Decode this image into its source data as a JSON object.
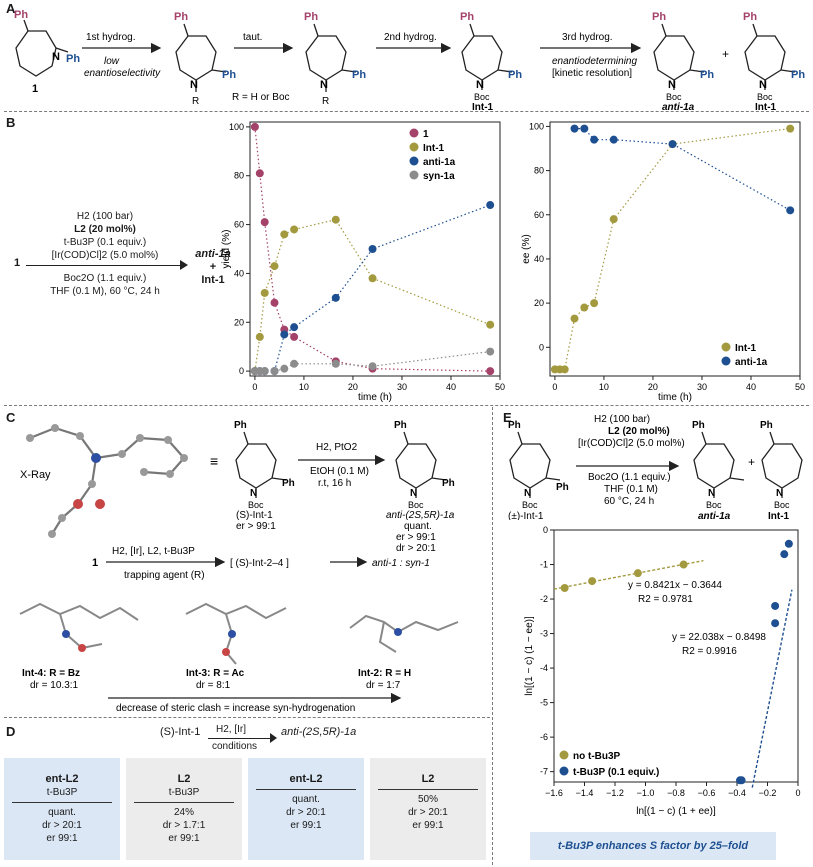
{
  "panels": {
    "A": "A",
    "B": "B",
    "C": "C",
    "D": "D",
    "E": "E"
  },
  "schemeA": {
    "ph": "Ph",
    "n": "N",
    "boc": "Boc",
    "r": "R",
    "cmpd1": "1",
    "step1": "1st hydrog.",
    "step1_note1": "low",
    "step1_note2": "enantioselectivity",
    "step2": "taut.",
    "r_def": "R = H or Boc",
    "step3": "2nd hydrog.",
    "int1": "Int-1",
    "step4": "3rd hydrog.",
    "step4_note1": "enantiodetermining",
    "step4_note2": "[kinetic resolution]",
    "anti1a": "anti-1a",
    "plus": "+"
  },
  "conditionsB": {
    "lines": [
      "H2 (100 bar)",
      "L2 (20 mol%)",
      "t-Bu3P (0.1 equiv.)",
      "[Ir(COD)Cl]2 (5.0 mol%)",
      "Boc2O (1.1 equiv.)",
      "THF (0.1 M), 60 °C, 24 h"
    ],
    "start": "1",
    "product1": "anti-1a",
    "plus": "+",
    "product2": "Int-1"
  },
  "chart_data": [
    {
      "type": "scatter",
      "ylabel": "yield (%)",
      "xlabel": "time (h)",
      "xlim": [
        -1,
        50
      ],
      "ylim": [
        -2,
        102
      ],
      "xticks": [
        0,
        10,
        20,
        30,
        40,
        50
      ],
      "yticks": [
        0,
        20,
        40,
        60,
        80,
        100
      ],
      "legend_position": "top-right",
      "series": [
        {
          "name": "1",
          "color": "#a4426a",
          "x": [
            0,
            1,
            2,
            4,
            6,
            8,
            16.5,
            24,
            48
          ],
          "y": [
            100,
            81,
            61,
            28,
            17,
            14,
            4,
            1,
            0
          ]
        },
        {
          "name": "Int-1",
          "color": "#a39a3f",
          "x": [
            0,
            1,
            2,
            4,
            6,
            8,
            16.5,
            24,
            48
          ],
          "y": [
            0,
            14,
            32,
            43,
            56,
            58,
            62,
            38,
            19
          ]
        },
        {
          "name": "anti-1a",
          "color": "#1d4f91",
          "x": [
            0,
            1,
            2,
            4,
            6,
            8,
            16.5,
            24,
            48
          ],
          "y": [
            0,
            0,
            0,
            0,
            15,
            18,
            30,
            50,
            68
          ]
        },
        {
          "name": "syn-1a",
          "color": "#8c8c8c",
          "x": [
            0,
            1,
            2,
            4,
            6,
            8,
            16.5,
            24,
            48
          ],
          "y": [
            0,
            0,
            0,
            0,
            1,
            3,
            3,
            2,
            8
          ]
        }
      ]
    },
    {
      "type": "scatter",
      "ylabel": "ee (%)",
      "xlabel": "time (h)",
      "xlim": [
        -1,
        50
      ],
      "ylim": [
        -13,
        102
      ],
      "xticks": [
        0,
        10,
        20,
        30,
        40,
        50
      ],
      "yticks": [
        0,
        20,
        40,
        60,
        80,
        100
      ],
      "legend_position": "bottom-right",
      "series": [
        {
          "name": "Int-1",
          "color": "#a39a3f",
          "x": [
            0,
            1,
            2,
            4,
            6,
            8,
            12,
            24,
            48
          ],
          "y": [
            -10,
            -10,
            -10,
            13,
            18,
            20,
            58,
            92,
            99
          ]
        },
        {
          "name": "anti-1a",
          "color": "#1d4f91",
          "x": [
            4,
            6,
            8,
            12,
            24,
            48
          ],
          "y": [
            99,
            99,
            94,
            94,
            92,
            62
          ]
        }
      ]
    },
    {
      "type": "scatter",
      "ylabel": "ln[(1 − c) (1 − ee)]",
      "xlabel": "ln[(1 − c)  (1 + ee)]",
      "xlim": [
        -1.6,
        0
      ],
      "ylim": [
        -7.3,
        0
      ],
      "xticks": [
        -1.6,
        -1.4,
        -1.2,
        -1.0,
        -0.8,
        -0.6,
        -0.4,
        -0.2,
        0
      ],
      "yticks": [
        0,
        -1,
        -2,
        -3,
        -4,
        -5,
        -6,
        -7
      ],
      "legend_position": "bottom-left",
      "series": [
        {
          "name": "no t-Bu3P",
          "color": "#a39a3f",
          "x": [
            -1.53,
            -1.35,
            -1.05,
            -0.75
          ],
          "y": [
            -1.68,
            -1.48,
            -1.25,
            -1.0
          ],
          "fit": "y = 0.8421x − 0.3644",
          "r2": "R2 = 0.9781"
        },
        {
          "name": "t-Bu3P (0.1 equiv.)",
          "color": "#1d4f91",
          "x": [
            -0.38,
            -0.37,
            -0.15,
            -0.15,
            -0.09,
            -0.06
          ],
          "y": [
            -7.25,
            -7.25,
            -2.7,
            -2.2,
            -0.7,
            -0.4
          ],
          "fit": "y = 22.038x − 0.8498",
          "r2": "R2 = 0.9916"
        }
      ]
    }
  ],
  "panelC": {
    "xray": "X-Ray",
    "equiv": "≡",
    "ph": "Ph",
    "n": "N",
    "boc": "Boc",
    "s_int1": "(S)-Int-1",
    "s_int1_er": "er > 99:1",
    "reagent": "H2, PtO2",
    "solvent": "EtOH (0.1 M)",
    "temp": "r.t, 16 h",
    "product": "anti-(2S,5R)-1a",
    "quant": "quant.",
    "er": "er > 99:1",
    "dr": "dr > 20:1",
    "start": "1",
    "reagents2": "H2, [Ir], L2, t-Bu3P",
    "trapping": "trapping agent (R)",
    "intermediates": "[ (S)-Int-2–4 ]",
    "outcome": "anti-1 : syn-1",
    "int4_name": "Int-4: R = Bz",
    "int4_dr": "dr = 10.3:1",
    "int3_name": "Int-3: R = Ac",
    "int3_dr": "dr = 8:1",
    "int2_name": "Int-2: R = H",
    "int2_dr": "dr = 1:7",
    "trend": "decrease of steric clash = increase syn-hydrogenation"
  },
  "panelD": {
    "start": "(S)-Int-1",
    "reagent": "H2, [Ir]",
    "conditions": "conditions",
    "product": "anti-(2S,5R)-1a",
    "boxes": [
      {
        "line1": "ent-L2",
        "line2": "t-Bu3P",
        "yield": "quant.",
        "dr": "dr > 20:1",
        "er": "er 99:1",
        "color": "#dbe7f5"
      },
      {
        "line1": "L2",
        "line2": "t-Bu3P",
        "yield": "24%",
        "dr": "dr > 1.7:1",
        "er": "er 99:1",
        "color": "#ececec"
      },
      {
        "line1": "ent-L2",
        "line2": "",
        "yield": "quant.",
        "dr": "dr > 20:1",
        "er": "er 99:1",
        "color": "#dbe7f5"
      },
      {
        "line1": "L2",
        "line2": "",
        "yield": "50%",
        "dr": "dr > 20:1",
        "er": "er 99:1",
        "color": "#ececec"
      }
    ]
  },
  "panelE": {
    "conditions": [
      "H2 (100 bar)",
      "L2 (20 mol%)",
      "[Ir(COD)Cl]2 (5.0 mol%)",
      "Boc2O (1.1 equiv.)",
      "THF (0.1 M)",
      "60 °C, 24 h"
    ],
    "ph": "Ph",
    "n": "N",
    "boc": "Boc",
    "start": "(±)-Int-1",
    "anti1a": "anti-1a",
    "int1": "Int-1",
    "plus": "+",
    "banner": "t-Bu3P enhances S factor by 25–fold"
  }
}
